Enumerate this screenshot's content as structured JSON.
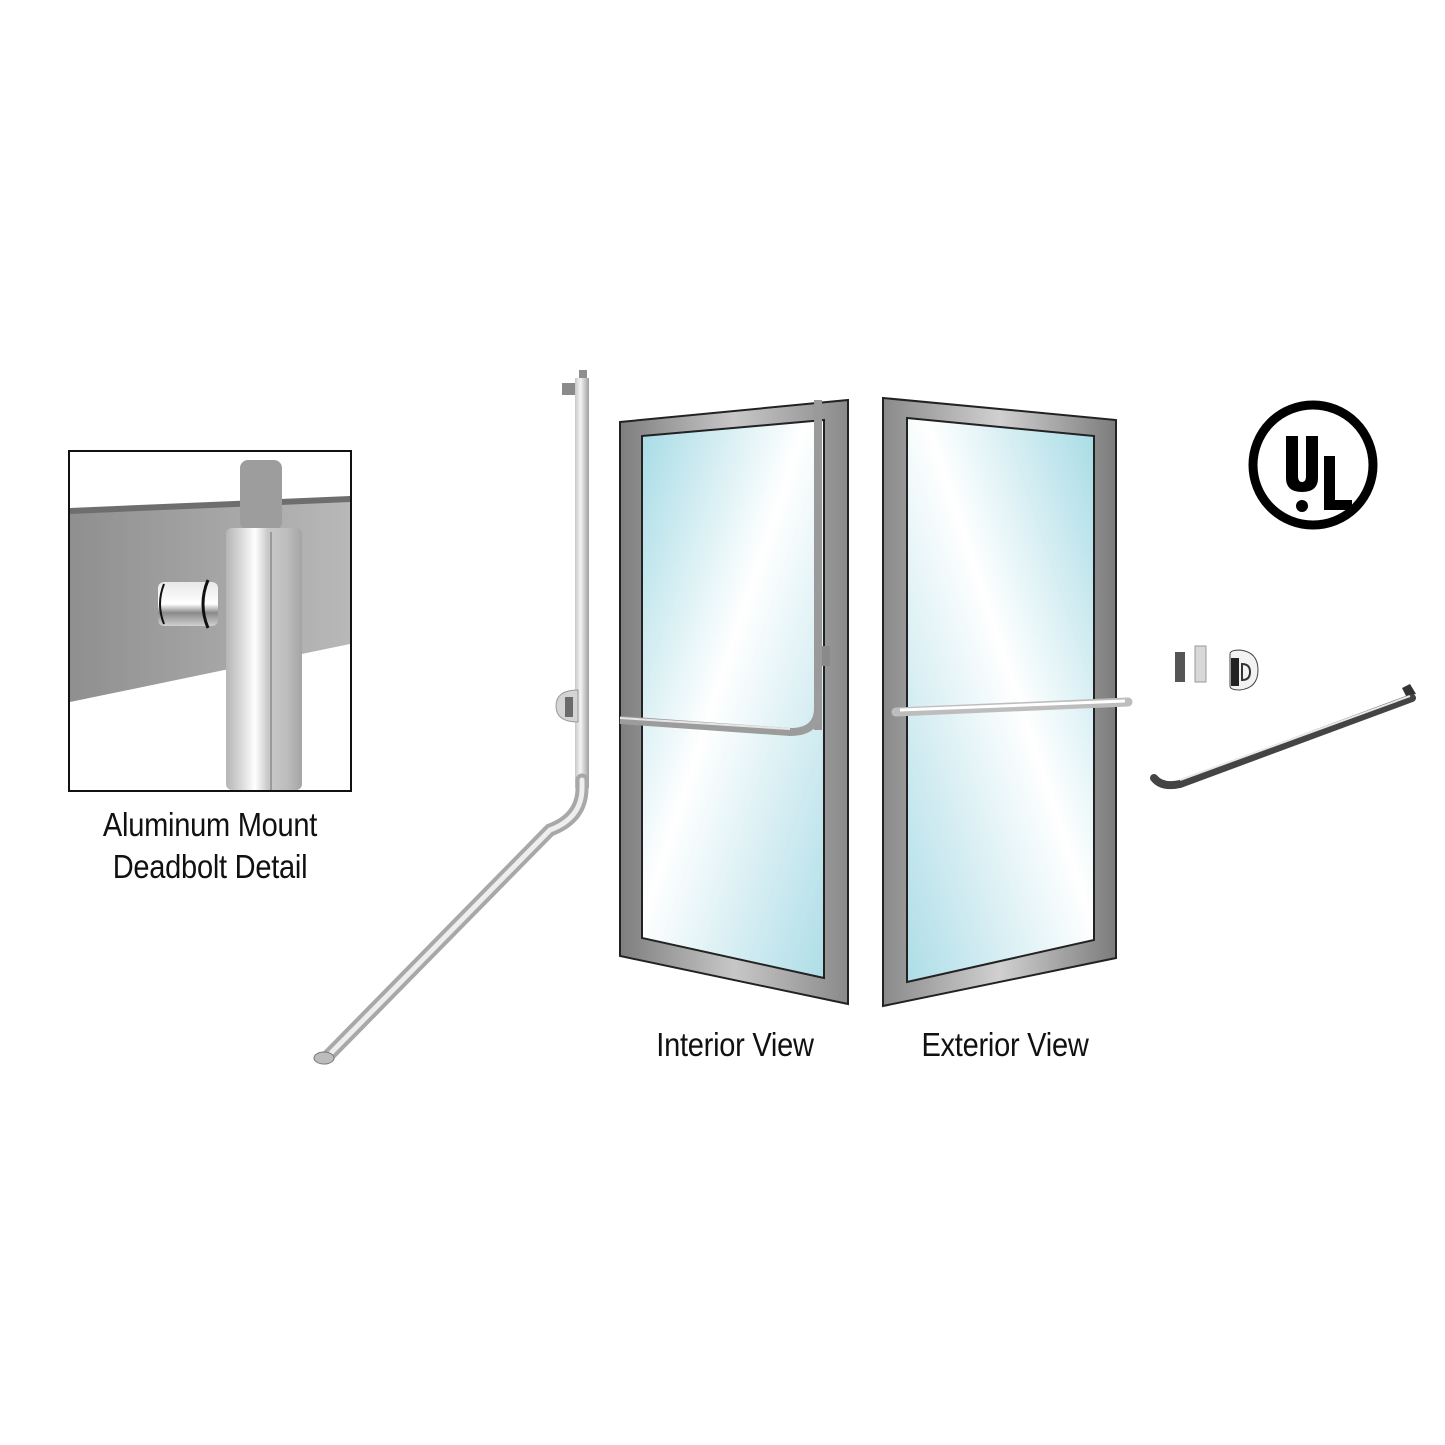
{
  "diagram": {
    "subject": "Panic exit device with top rod and deadbolt for aluminum door",
    "background_color": "#ffffff",
    "detail_inset": {
      "caption_line1": "Aluminum Mount",
      "caption_line2": "Deadbolt Detail",
      "border_color": "#111111",
      "panel_color": "#9a9a9a"
    },
    "views": [
      {
        "label": "Interior View",
        "glass_color": "#bfe6ee",
        "frame_color": "#8e8e8e"
      },
      {
        "label": "Exterior View",
        "glass_color": "#bfe6ee",
        "frame_color": "#8e8e8e"
      }
    ],
    "components": [
      {
        "name": "Vertical top rod with push bar",
        "position": "left"
      },
      {
        "name": "Exterior pull handle",
        "position": "right"
      },
      {
        "name": "Strike and keeper set",
        "position": "right-top"
      }
    ],
    "certification": {
      "mark_letters": "UL",
      "color": "#000000"
    }
  }
}
